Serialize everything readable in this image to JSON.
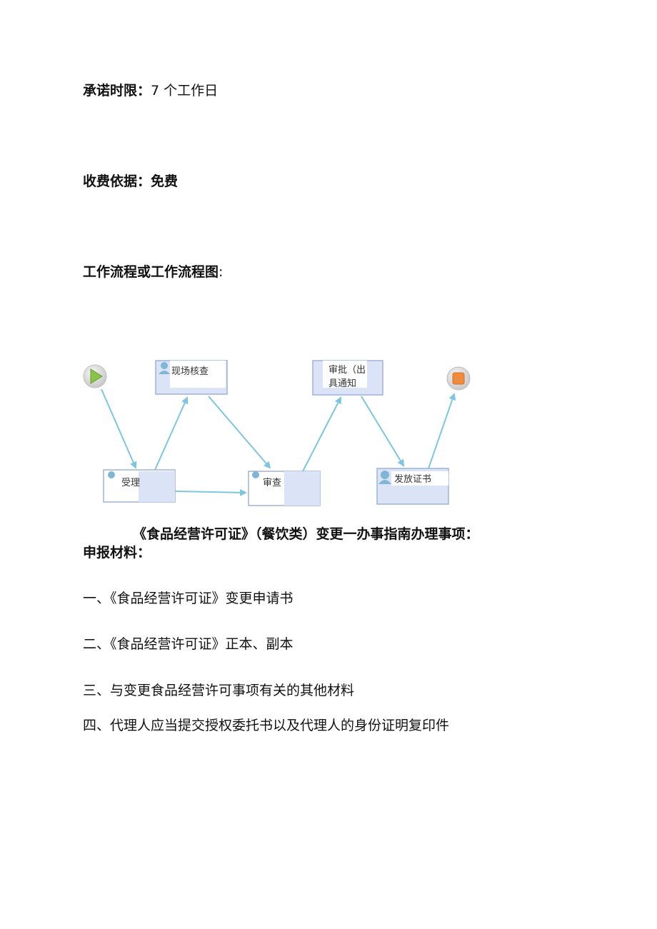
{
  "promise": {
    "label": "承诺时限：",
    "value": "7 个工作日"
  },
  "fee": {
    "label": "收费依据：",
    "value": "免费"
  },
  "workflow": {
    "heading": "工作流程或工作流程图",
    "colon": ":"
  },
  "diagram": {
    "nodes": {
      "accept": "受理",
      "site_check": "现场核查",
      "review": "审查",
      "approve_line1": "审批（出",
      "approve_line2": "具通知",
      "issue": "发放证书"
    },
    "colors": {
      "arrow": "#7cc6de",
      "box_fill": "#dbe3f7",
      "box_border": "#9fb1d8",
      "start": "#8bc34a",
      "end": "#f08a3c"
    },
    "icons": [
      "play-icon",
      "stop-icon",
      "person-icon"
    ]
  },
  "caption": "《食品经营许可证》（餐饮类）变更一办事指南办理事项：",
  "materials": {
    "heading": "申报材料：",
    "items": [
      "一、《食品经营许可证》变更申请书",
      "二、《食品经营许可证》正本、副本",
      "三、与变更食品经营许可事项有关的其他材料",
      "四、代理人应当提交授权委托书以及代理人的身份证明复印件"
    ]
  }
}
